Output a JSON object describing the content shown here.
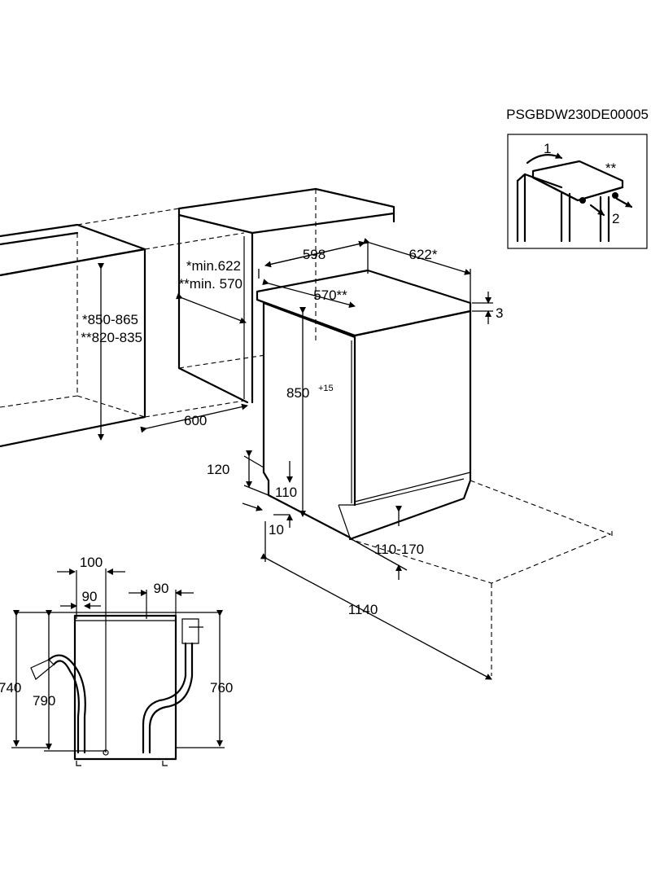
{
  "figure_code": "PSGBDW230DE00005",
  "inset": {
    "step1": "1",
    "step2": "2",
    "marker": "**"
  },
  "cabinet": {
    "height_line1": "*850-865",
    "height_line2": "**820-835",
    "depth_line1": "*min.622",
    "depth_line2": "**min. 570",
    "niche_width": "600"
  },
  "appliance": {
    "width": "598",
    "depth_star": "622*",
    "depth_dstar": "570**",
    "top_thickness": "3",
    "height": "850",
    "height_tolerance": "+15",
    "plinth_120": "120",
    "plinth_110": "110",
    "plinth_10": "10",
    "foot_range": "110-170",
    "total_open_depth": "1140"
  },
  "side_view": {
    "offset_100": "100",
    "offset_90_left": "90",
    "offset_90_right": "90",
    "height_740": "740",
    "height_790": "790",
    "height_760": "760"
  }
}
